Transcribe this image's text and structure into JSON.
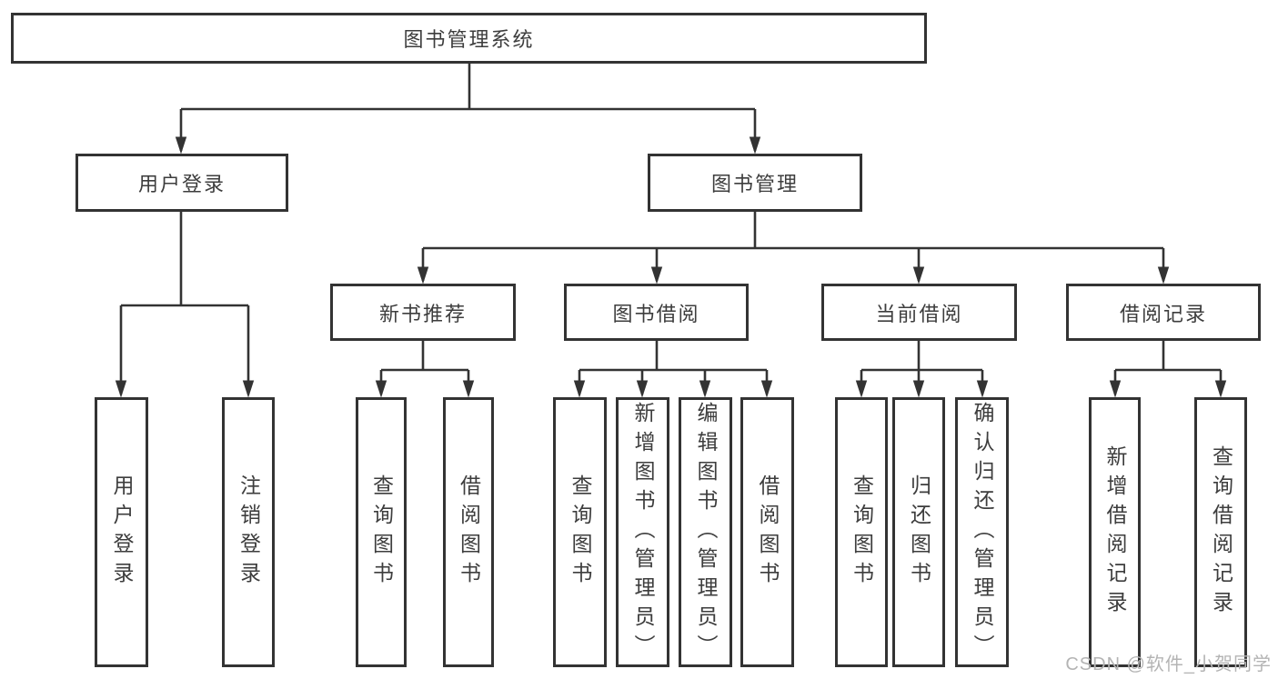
{
  "tree": {
    "root": {
      "label": "图书管理系统",
      "children": [
        {
          "label": "用户登录",
          "children": [
            {
              "label": "用户登录"
            },
            {
              "label": "注销登录"
            }
          ]
        },
        {
          "label": "图书管理",
          "children": [
            {
              "label": "新书推荐",
              "children": [
                {
                  "label": "查询图书"
                },
                {
                  "label": "借阅图书"
                }
              ]
            },
            {
              "label": "图书借阅",
              "children": [
                {
                  "label": "查询图书"
                },
                {
                  "label": "新增图书（管理员）"
                },
                {
                  "label": "编辑图书（管理员）"
                },
                {
                  "label": "借阅图书"
                }
              ]
            },
            {
              "label": "当前借阅",
              "children": [
                {
                  "label": "查询图书"
                },
                {
                  "label": "归还图书"
                },
                {
                  "label": "确认归还（管理员）"
                }
              ]
            },
            {
              "label": "借阅记录",
              "children": [
                {
                  "label": "新增借阅记录"
                },
                {
                  "label": "查询借阅记录"
                }
              ]
            }
          ]
        }
      ]
    }
  },
  "watermark": {
    "text": "CSDN @软件_小贺同学"
  },
  "colors": {
    "line": "#333333",
    "text": "#3d3d3d",
    "watermark": "#b4b4b4",
    "bg": "#ffffff"
  }
}
